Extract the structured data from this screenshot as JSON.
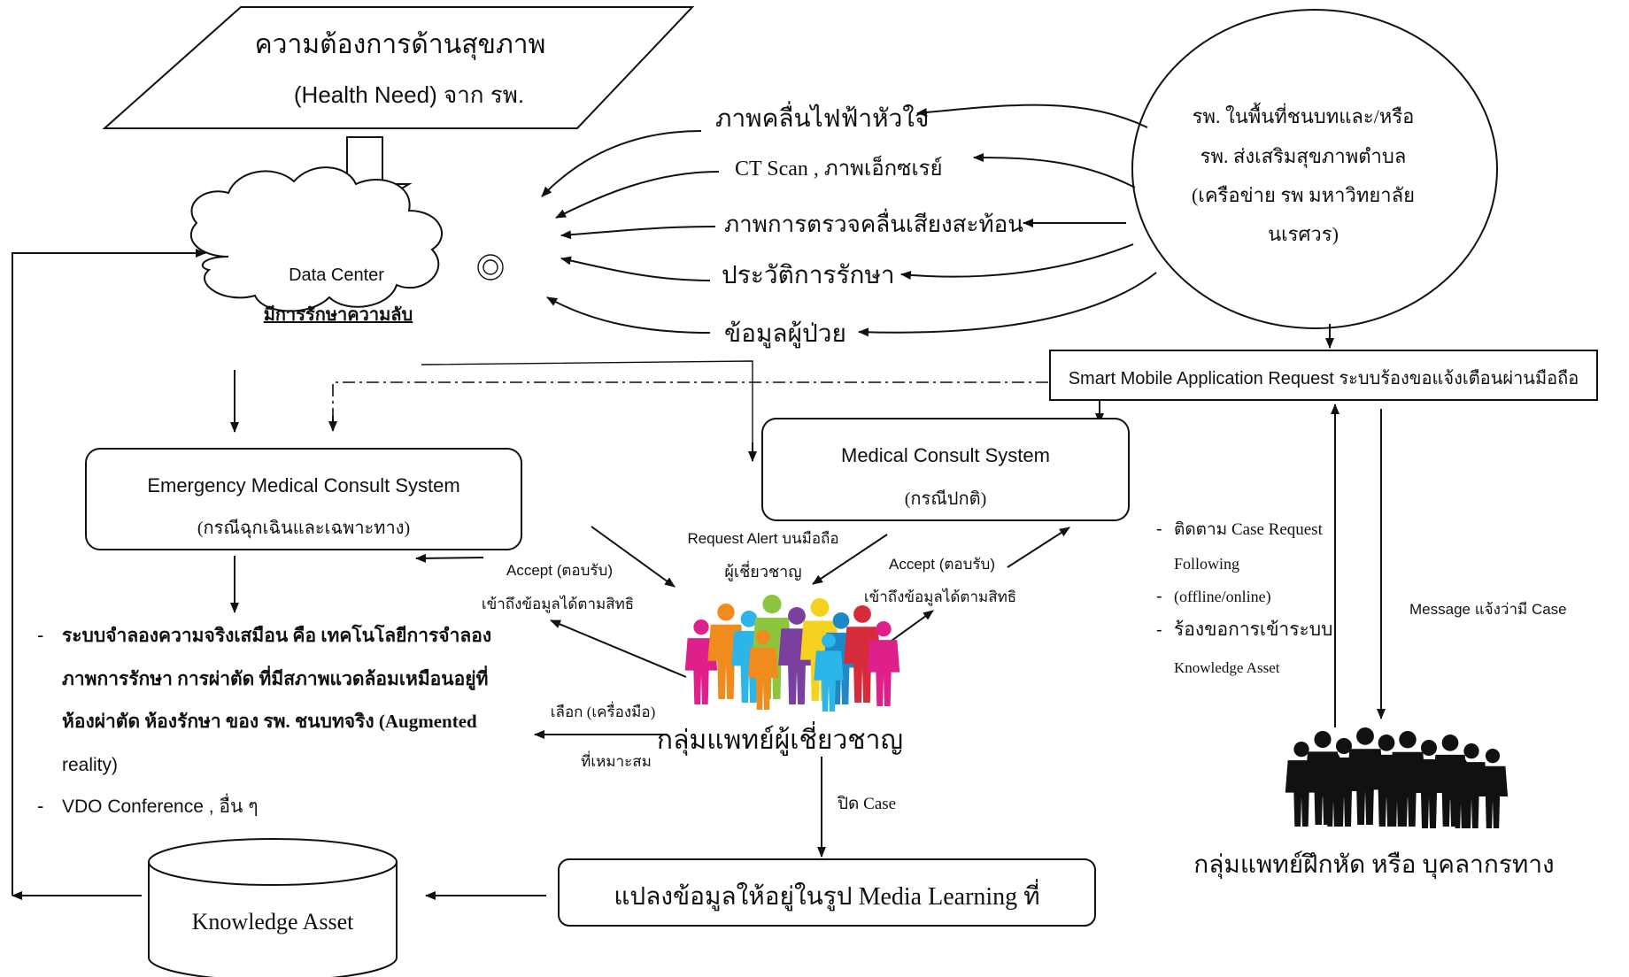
{
  "health_need": {
    "line1": "ความต้องการด้านสุขภาพ",
    "line2": "(Health Need) จาก รพ."
  },
  "data_center": {
    "title": "Data Center",
    "subtitle": "มีการรักษาความลับ"
  },
  "data_items": [
    "ภาพคลื่นไฟฟ้าหัวใจ",
    "CT Scan , ภาพเอ็กซเรย์",
    "ภาพการตรวจคลื่นเสียงสะท้อน",
    "ประวัติการรักษา",
    "ข้อมูลผู้ป่วย"
  ],
  "rural_hospital": {
    "lines": [
      "รพ. ในพื้นที่ชนบทและ/หรือ",
      "รพ. ส่งเสริมสุขภาพตำบล",
      "(เครือข่าย รพ มหาวิทยาลัย",
      "นเรศวร)"
    ]
  },
  "smart_app": {
    "label": "Smart Mobile Application Request ระบบร้องขอแจ้งเตือนผ่านมือถือ"
  },
  "emergency_system": {
    "title": "Emergency Medical Consult System",
    "subtitle": "(กรณีฉุกเฉินและเฉพาะทาง)"
  },
  "medical_consult": {
    "title": "Medical Consult System",
    "subtitle": "(กรณีปกติ)"
  },
  "request_alert": {
    "line1": "Request Alert บนมือถือ",
    "line2": "ผู้เชี่ยวชาญ"
  },
  "accept_left": {
    "line1": "Accept (ตอบรับ)",
    "line2": "เข้าถึงข้อมูลได้ตามสิทธิ"
  },
  "accept_right": {
    "line1": "Accept (ตอบรับ)",
    "line2": "เข้าถึงข้อมูลได้ตามสิทธิ"
  },
  "expert_group": {
    "label": "กลุ่มแพทย์ผู้เชี่ยวชาญ"
  },
  "select_tool": {
    "line1": "เลือก (เครื่องมือ)",
    "line2": "ที่เหมาะสม"
  },
  "simulation_list": {
    "lines": [
      "ระบบจำลองความจริงเสมือน คือ เทคโนโลยีการจำลอง",
      "ภาพการรักษา การผ่าตัด ที่มีสภาพแวดล้อมเหมือนอยู่ที่",
      "ห้องผ่าตัด ห้องรักษา ของ รพ. ชนบทจริง (Augmented",
      "reality)",
      "VDO Conference , อื่น ๆ"
    ]
  },
  "close_case": {
    "label": "ปิด Case"
  },
  "media_learning": {
    "label": "แปลงข้อมูลให้อยู่ในรูป Media Learning ที่"
  },
  "knowledge_asset": {
    "label": "Knowledge Asset"
  },
  "tracking": {
    "lines": [
      "ติดตาม Case Request",
      "Following",
      "(offline/online)",
      "ร้องขอการเข้าระบบ",
      "Knowledge Asset"
    ]
  },
  "message_case": {
    "label": "Message แจ้งว่ามี Case"
  },
  "trainee_group": {
    "label": "กลุ่มแพทย์ฝึกหัด หรือ บุคลากรทาง"
  },
  "colors": {
    "stroke": "#111111",
    "people_palette": [
      "#e0208a",
      "#f08c1e",
      "#2bb5e8",
      "#8cc63f",
      "#7b3fa0",
      "#f4d21f",
      "#1e88c8",
      "#d62b3a"
    ]
  }
}
